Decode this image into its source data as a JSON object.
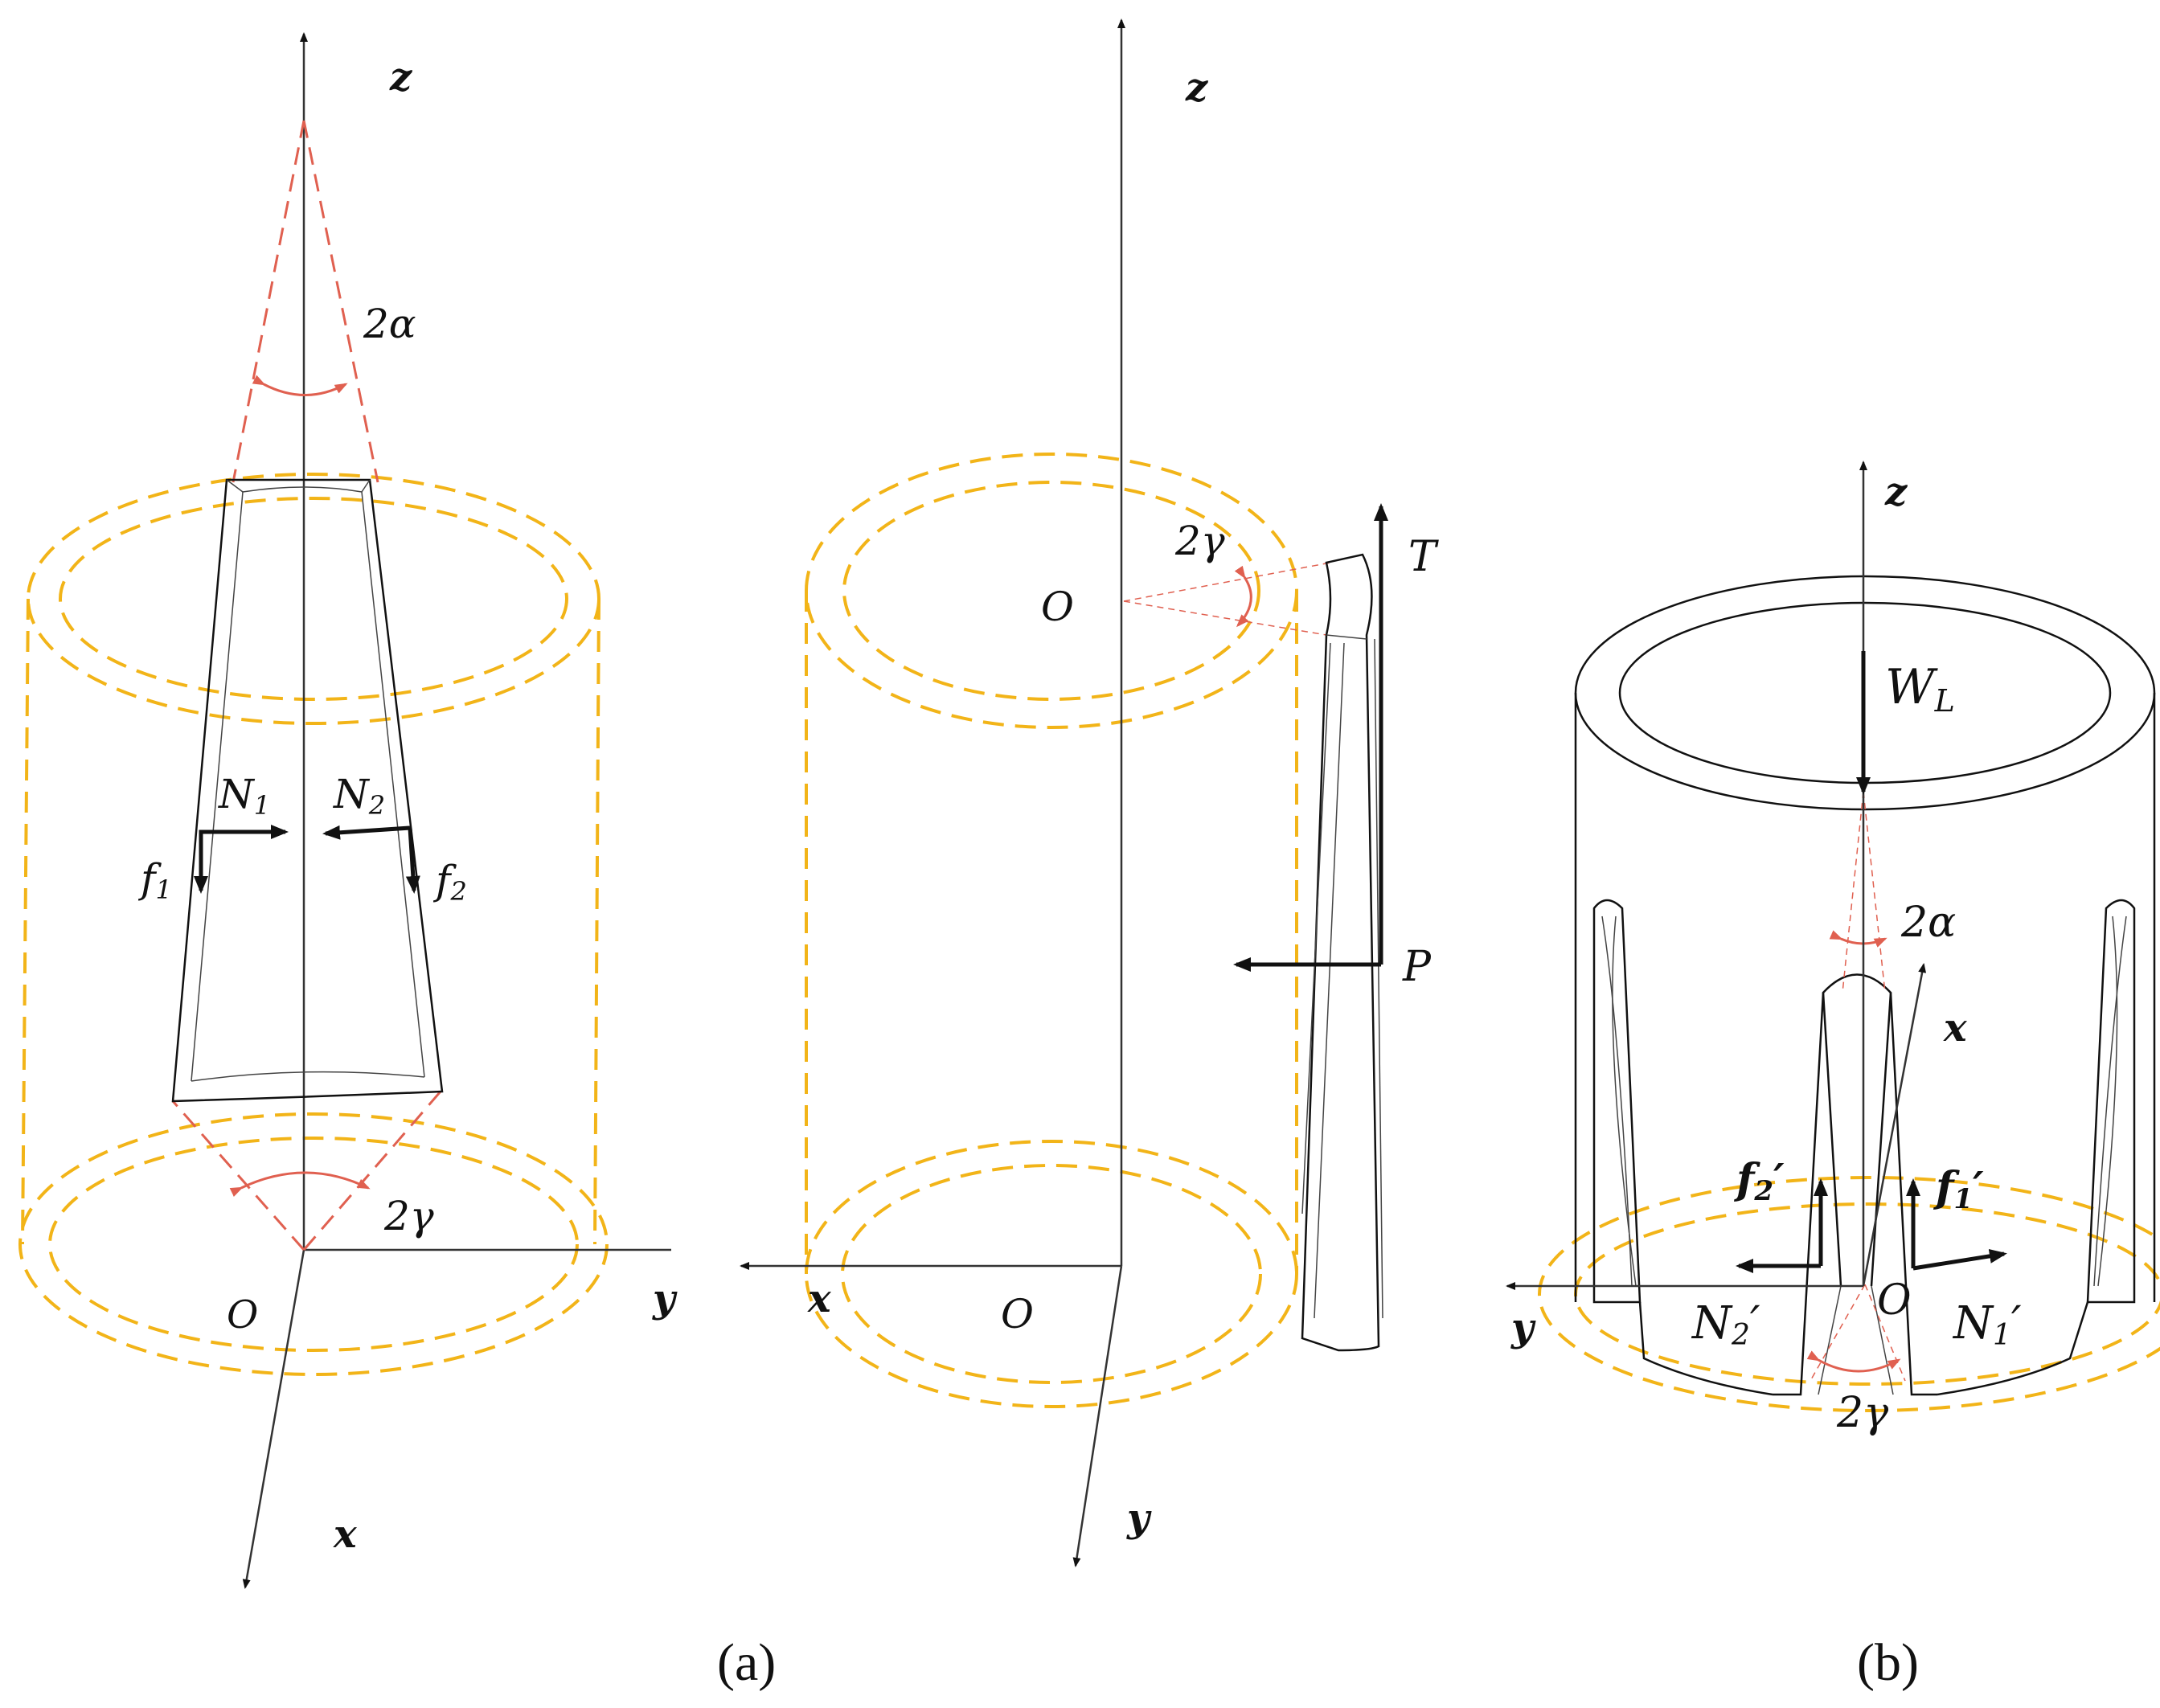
{
  "colors": {
    "gold": "#f2b418",
    "red": "#e06050",
    "black": "#111111"
  },
  "left": {
    "axis_z": "z",
    "axis_y": "y",
    "axis_x": "x",
    "origin": "O",
    "angle_alpha": "2α",
    "angle_gamma": "2γ",
    "N1": "N",
    "N1_sub": "1",
    "N2": "N",
    "N2_sub": "2",
    "f1": "f",
    "f1_sub": "1",
    "f2": "f",
    "f2_sub": "2"
  },
  "middle": {
    "axis_z": "z",
    "axis_x": "x",
    "axis_y": "y",
    "origin_top": "O",
    "origin_bottom": "O",
    "angle_gamma": "2γ",
    "force_T": "T",
    "force_P": "P"
  },
  "right": {
    "axis_z": "z",
    "axis_x": "x",
    "axis_y": "y",
    "origin": "O",
    "load": "W",
    "load_sub": "L",
    "angle_alpha": "2α",
    "angle_gamma": "2γ",
    "f1p": "f",
    "f1p_sub": "1",
    "f2p": "f",
    "f2p_sub": "2",
    "N1p": "N",
    "N1p_sub": "1",
    "N2p": "N",
    "N2p_sub": "2",
    "prime": "′"
  },
  "captions": {
    "a": "(a)",
    "b": "(b)"
  }
}
